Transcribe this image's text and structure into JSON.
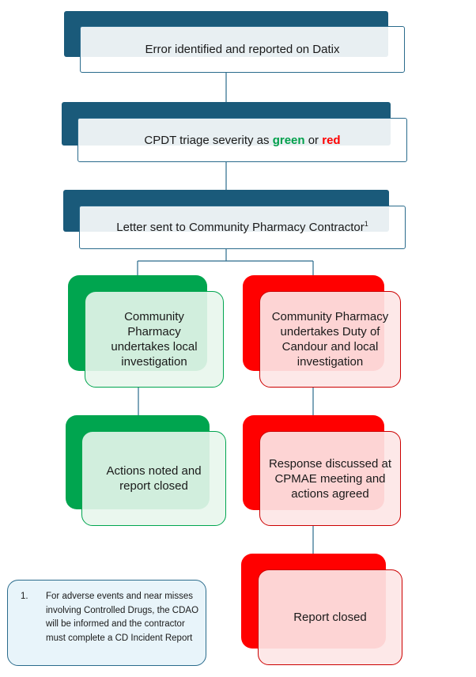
{
  "flowchart": {
    "step1": "Error identified and reported on Datix",
    "step2": {
      "prefix": "CPDT triage severity as ",
      "green": "green",
      "middle": " or ",
      "red": "red"
    },
    "step3": {
      "text": "Letter sent to Community Pharmacy Contractor",
      "footnote_ref": "1"
    },
    "green_branch": {
      "step1": "Community Pharmacy undertakes local investigation",
      "step2": "Actions noted and report closed"
    },
    "red_branch": {
      "step1": "Community Pharmacy undertakes Duty of Candour and local investigation",
      "step2": "Response discussed at CPMAE meeting and actions agreed",
      "step3": "Report closed"
    }
  },
  "footnote": {
    "number": "1.",
    "text": "For adverse events and near misses involving Controlled Drugs, the CDAO will be informed and the contractor must complete a CD Incident Report"
  },
  "colors": {
    "blue": "#1a5a7a",
    "green": "#00a54f",
    "red": "#ff0000"
  }
}
